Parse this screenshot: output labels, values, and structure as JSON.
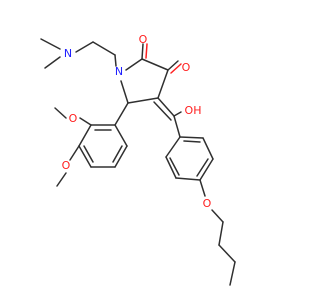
{
  "molecule": {
    "atom_labels": {
      "n_dimethyl": "N",
      "n_ring": "N",
      "o_keto2": "O",
      "o_keto3": "O",
      "o_hydroxyl": "OH",
      "o_methoxy_top": "O",
      "o_methoxy_bottom": "O",
      "o_butoxy": "O"
    },
    "colors": {
      "carbon_bond": "#303030",
      "oxygen": "#ff2020",
      "nitrogen": "#2020ff",
      "background": "#ffffff"
    }
  }
}
